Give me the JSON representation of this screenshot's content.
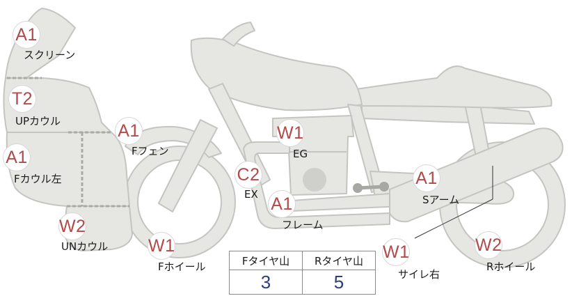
{
  "parts": [
    {
      "id": "screen",
      "grade": "A1",
      "label": "スクリーン"
    },
    {
      "id": "up-cowl",
      "grade": "T2",
      "label": "UPカウル"
    },
    {
      "id": "f-cowl-left",
      "grade": "A1",
      "label": "Fカウル左"
    },
    {
      "id": "un-cowl",
      "grade": "W2",
      "label": "UNカウル"
    },
    {
      "id": "f-fender",
      "grade": "A1",
      "label": "Fフェン"
    },
    {
      "id": "f-wheel",
      "grade": "W1",
      "label": "Fホイール"
    },
    {
      "id": "eg",
      "grade": "W1",
      "label": "EG"
    },
    {
      "id": "ex",
      "grade": "C2",
      "label": "EX"
    },
    {
      "id": "frame",
      "grade": "A1",
      "label": "フレーム"
    },
    {
      "id": "s-arm",
      "grade": "A1",
      "label": "Sアーム"
    },
    {
      "id": "muffler-right",
      "grade": "W1",
      "label": "サイレ右"
    },
    {
      "id": "r-wheel",
      "grade": "W2",
      "label": "Rホイール"
    }
  ],
  "tire_tread": {
    "front_header": "Fタイヤ山",
    "rear_header": "Rタイヤ山",
    "front_value": "3",
    "rear_value": "5"
  }
}
